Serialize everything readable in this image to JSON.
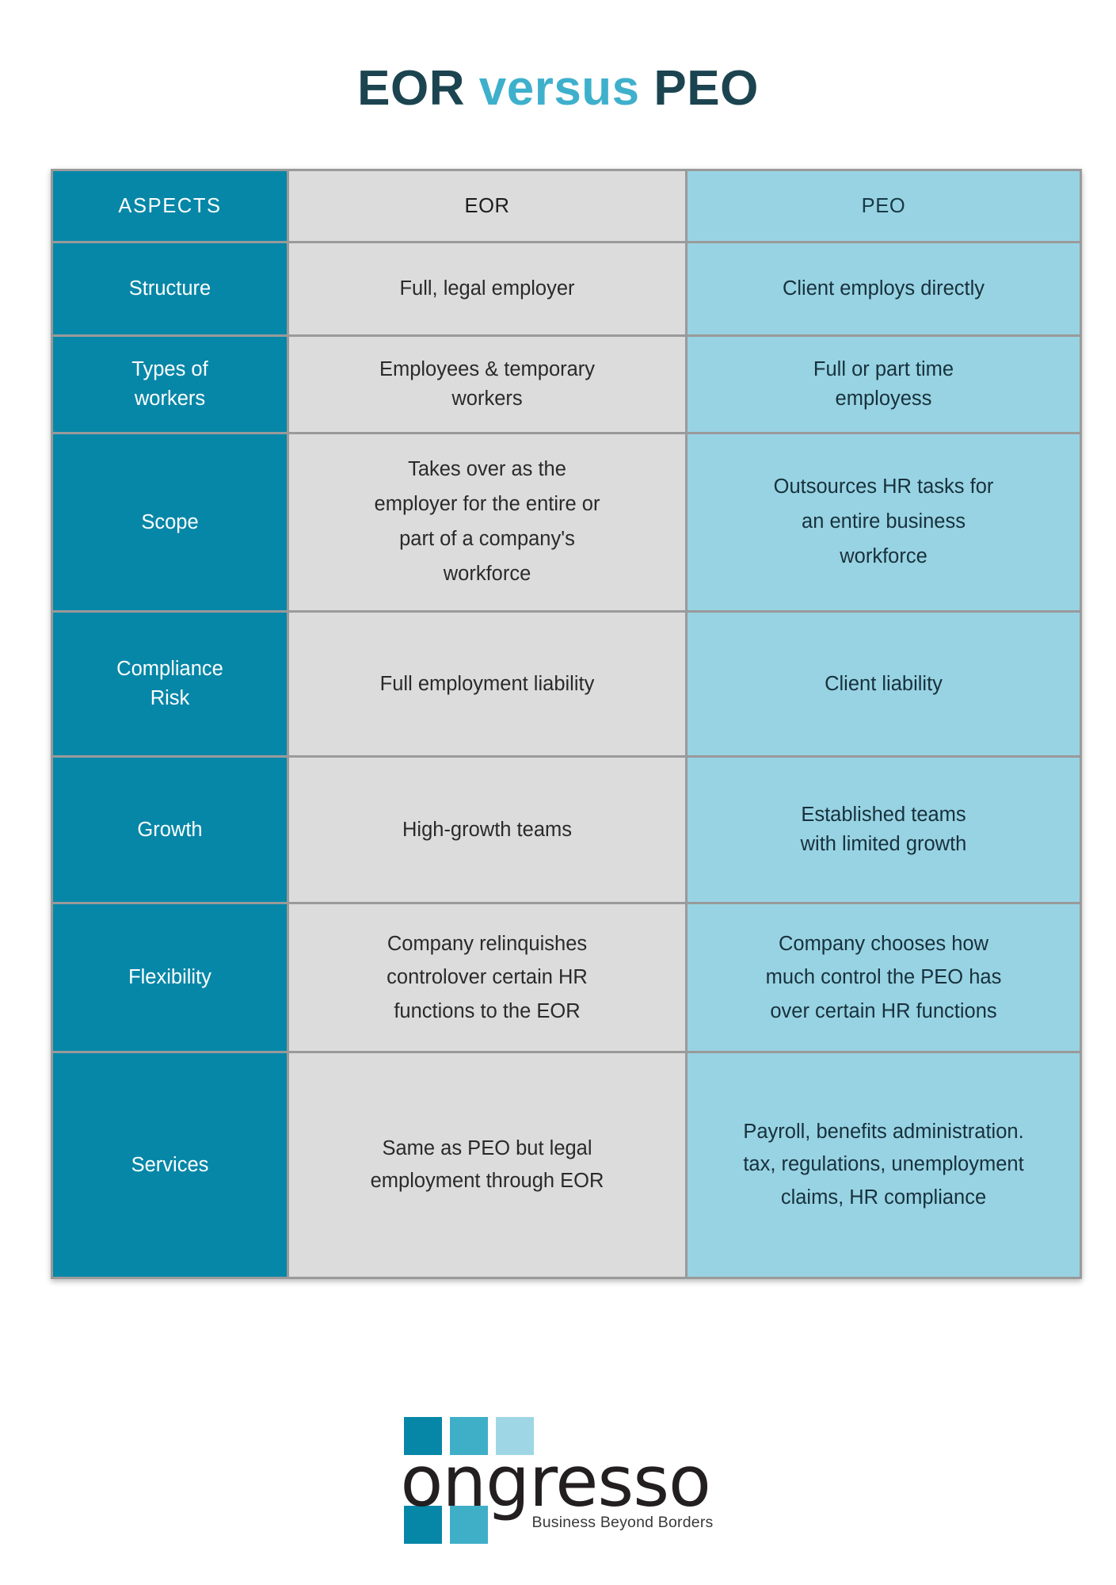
{
  "title": {
    "part1": "EOR",
    "part2": "versus",
    "part3": "PEO",
    "color_dark": "#1b4450",
    "color_light": "#3fb0cc"
  },
  "table": {
    "headers": {
      "aspects": "ASPECTS",
      "eor": "EOR",
      "peo": "PEO"
    },
    "colors": {
      "aspect_column": "#0787a8",
      "eor_column": "#dcdcdc",
      "peo_column": "#98d3e3",
      "grid": "#9a9a9a"
    },
    "rows": [
      {
        "aspect": "Structure",
        "eor": "Full, legal employer",
        "peo": "Client employs directly"
      },
      {
        "aspect": "Types of\nworkers",
        "eor": "Employees & temporary\nworkers",
        "peo": "Full or part time\nemployess"
      },
      {
        "aspect": "Scope",
        "eor": "Takes over as the\nemployer for the entire or\npart of a company's\nworkforce",
        "peo": "Outsources HR tasks for\nan entire business\nworkforce"
      },
      {
        "aspect": "Compliance\nRisk",
        "eor": "Full employment liability",
        "peo": "Client liability"
      },
      {
        "aspect": "Growth",
        "eor": "High-growth teams",
        "peo": "Established teams\nwith limited growth"
      },
      {
        "aspect": "Flexibility",
        "eor": "Company relinquishes\ncontrolover certain HR\nfunctions to the EOR",
        "peo": "Company chooses how\nmuch control the PEO has\nover certain HR functions"
      },
      {
        "aspect": "Services",
        "eor": "Same as PEO but legal\nemployment through EOR",
        "peo": "Payroll, benefits administration.\ntax, regulations, unemployment\nclaims, HR compliance"
      }
    ]
  },
  "logo": {
    "wordmark": "ongresso",
    "tagline": "Business Beyond Borders",
    "square_colors": [
      "#0787a8",
      "#3fafc8",
      "#9fd6e5",
      "#0787a8",
      "#3fafc8"
    ]
  }
}
